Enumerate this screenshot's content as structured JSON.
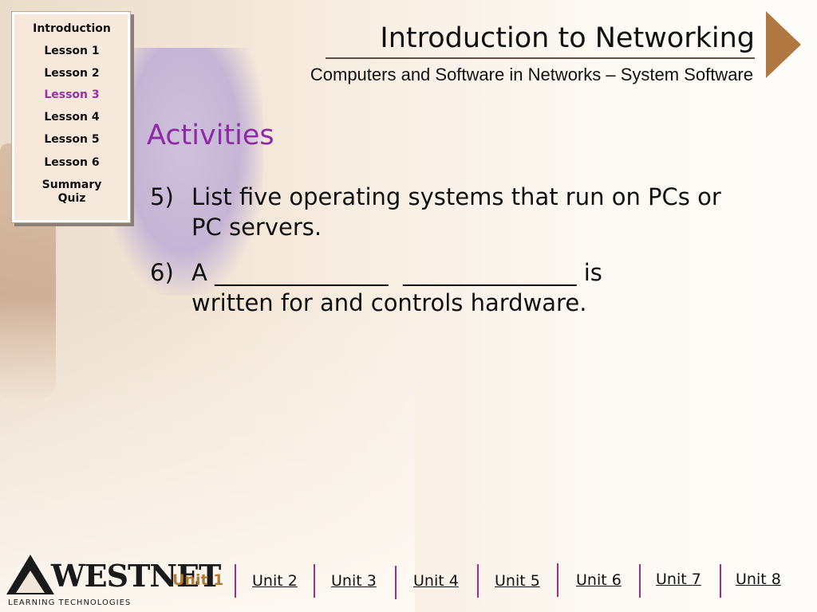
{
  "nav": {
    "items": [
      {
        "label": "Introduction"
      },
      {
        "label": "Lesson 1"
      },
      {
        "label": "Lesson 2"
      },
      {
        "label": "Lesson 3",
        "active": true
      },
      {
        "label": "Lesson 4"
      },
      {
        "label": "Lesson 5"
      },
      {
        "label": "Lesson 6"
      },
      {
        "label": "Summary"
      },
      {
        "label": "Quiz"
      }
    ]
  },
  "header": {
    "title": "Introduction to Networking",
    "subtitle": "Computers and Software in Networks – System Software"
  },
  "main": {
    "heading": "Activities",
    "items": [
      {
        "number": "5)",
        "line1": "List five operating systems that run on PCs or",
        "line2": "PC servers."
      },
      {
        "number": "6)",
        "line1": "A _______________  _______________ is",
        "line2": "written for and controls hardware."
      }
    ]
  },
  "footer": {
    "logo_word": "WESTNET",
    "logo_tag": "LEARNING TECHNOLOGIES",
    "units": [
      "Unit 1",
      "Unit 2",
      "Unit 3",
      "Unit 4",
      "Unit 5",
      "Unit 6",
      "Unit 7",
      "Unit 8"
    ],
    "current_unit": "Unit 1"
  },
  "colors": {
    "accent_purple": "#8e2aa5",
    "arrow_brown": "#b07840",
    "current_unit": "#b07a3a"
  }
}
